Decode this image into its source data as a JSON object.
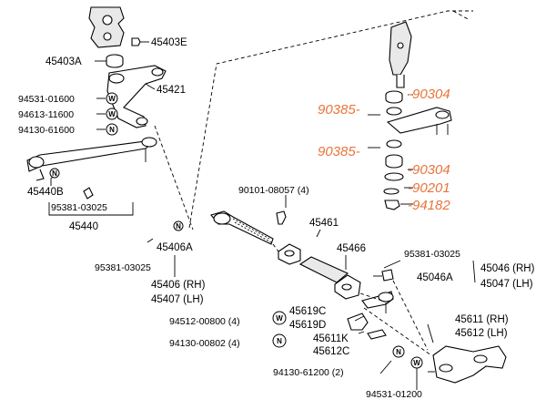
{
  "labels": {
    "p45403E": "45403E",
    "p45403A": "45403A",
    "p45421": "45421",
    "p94531_01600": "94531-01600",
    "p94613_11600": "94613-11600",
    "p94130_61600": "94130-61600",
    "p45440B": "45440B",
    "p95381_03025_left": "95381-03025",
    "p45440": "45440",
    "p90101_08057": "90101-08057 (4)",
    "p45461": "45461",
    "p45466": "45466",
    "p45406A": "45406A",
    "p95381_03025_mid": "95381-03025",
    "p95381_03025_right": "95381-03025",
    "p45046A": "45046A",
    "p45046_rh": "45046 (RH)",
    "p45047_lh": "45047 (LH)",
    "p45406_rh": "45406 (RH)",
    "p45407_lh": "45407 (LH)",
    "p45619C": "45619C",
    "p45619D": "45619D",
    "p94512_00800": "94512-00800 (4)",
    "p94130_00802": "94130-00802 (4)",
    "p45611K": "45611K",
    "p45612C": "45612C",
    "p45611_rh": "45611 (RH)",
    "p45612_lh": "45612 (LH)",
    "p94130_61200": "94130-61200 (2)",
    "p94531_01200": "94531-01200"
  },
  "callouts": {
    "c90385_a": "90385-",
    "c90304_a": "-90304",
    "c90385_b": "90385-",
    "c90304_b": "-90304",
    "c90201": "-90201",
    "c94182": "-94182"
  },
  "symbols": {
    "washer": "W",
    "nut": "N"
  },
  "colors": {
    "callout": "#e8743a",
    "ink": "#000000",
    "background": "#ffffff"
  }
}
